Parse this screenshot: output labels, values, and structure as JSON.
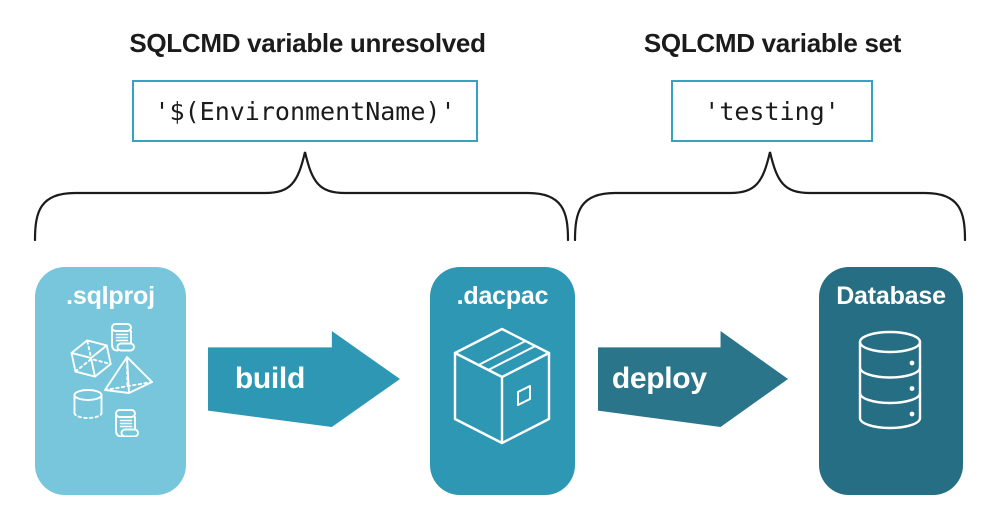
{
  "annotations": {
    "left": {
      "heading": "SQLCMD variable unresolved",
      "code": "'$(EnvironmentName)'"
    },
    "right": {
      "heading": "SQLCMD variable set",
      "code": "'testing'"
    }
  },
  "pipeline": {
    "stages": [
      {
        "label": ".sqlproj",
        "color": "#77C6DB",
        "icon": "sql-objects-icon"
      },
      {
        "label": ".dacpac",
        "color": "#2E98B4",
        "icon": "package-icon"
      },
      {
        "label": "Database",
        "color": "#256E83",
        "icon": "database-icon"
      }
    ],
    "arrows": [
      {
        "label": "build",
        "color": "#2E98B4"
      },
      {
        "label": "deploy",
        "color": "#2A7589"
      }
    ]
  },
  "colors": {
    "background": "#FFFFFF",
    "text": "#1B1B1B",
    "brace": "#1B1B1B",
    "code_box_border": "#34A3BF",
    "icon_stroke": "#FFFFFF"
  }
}
